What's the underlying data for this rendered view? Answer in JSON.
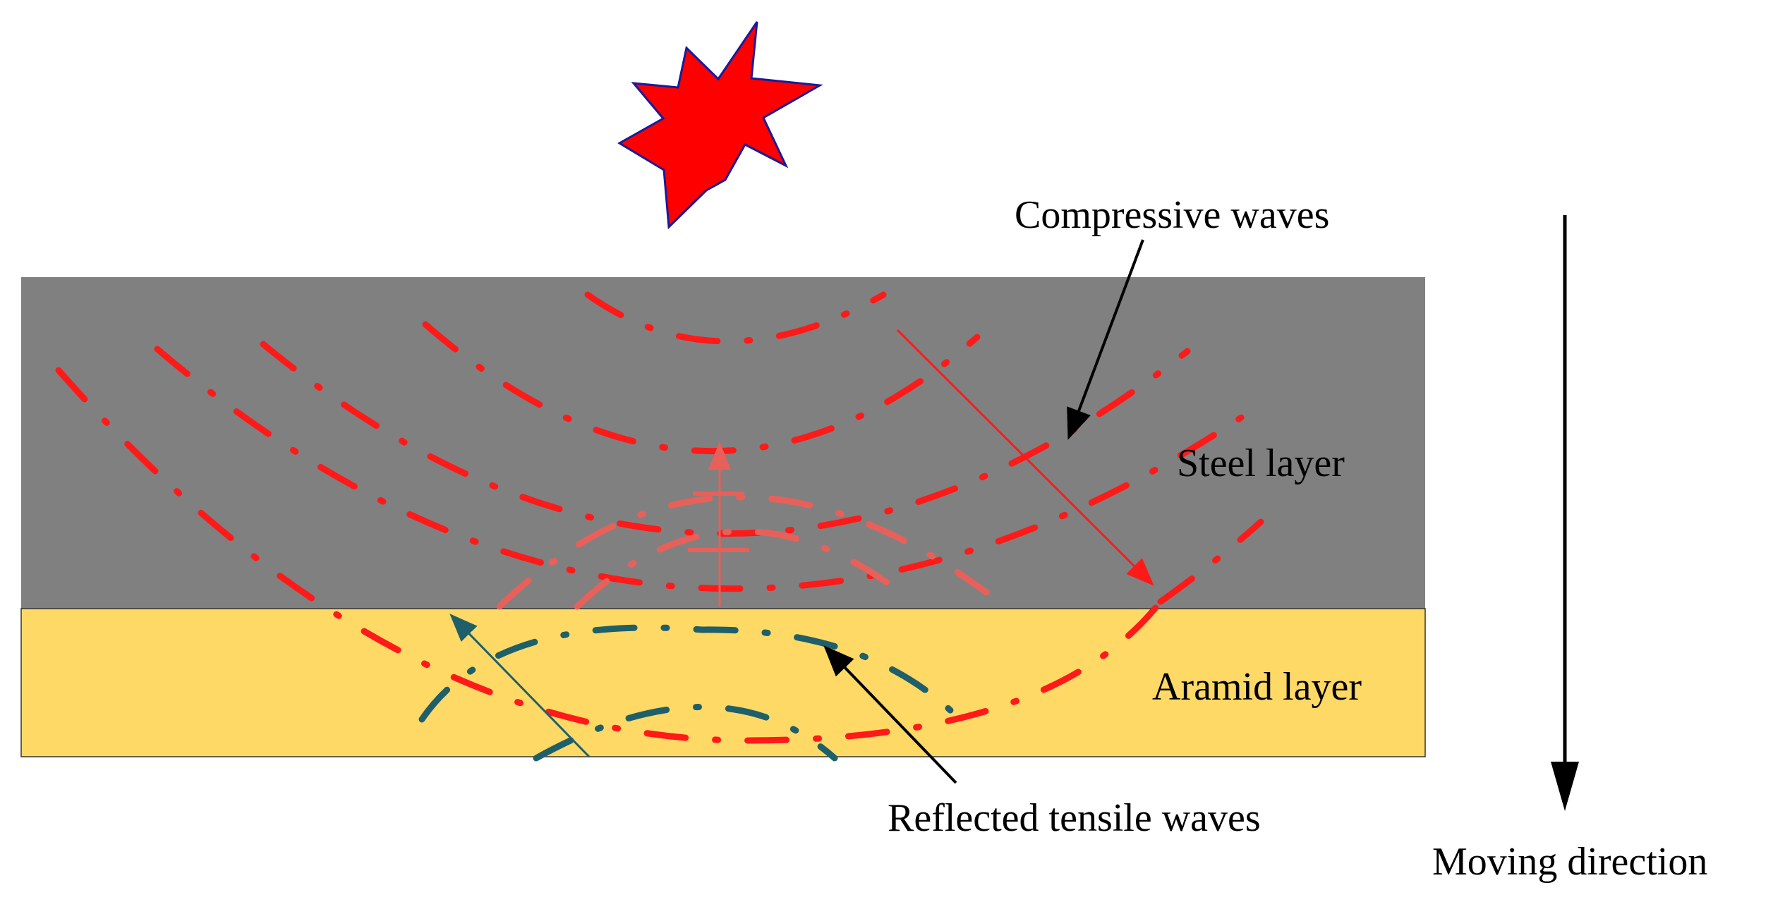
{
  "labels": {
    "compressive": "Compressive waves",
    "steel": "Steel layer",
    "aramid": "Aramid layer",
    "tensile": "Reflected tensile waves",
    "moving": "Moving direction"
  },
  "colors": {
    "steel": "#808080",
    "aramid": "#ffd966",
    "explosion_fill": "#ff0000",
    "explosion_outline": "#1a1a99",
    "compressive_wave": "#ff1a1a",
    "faded_wave": "#e8605a",
    "tensile_wave": "#1f5f6a",
    "arrow": "#000000"
  },
  "icons": {
    "explosion": "explosion-star-icon",
    "moving_arrow": "arrow-down-icon"
  }
}
